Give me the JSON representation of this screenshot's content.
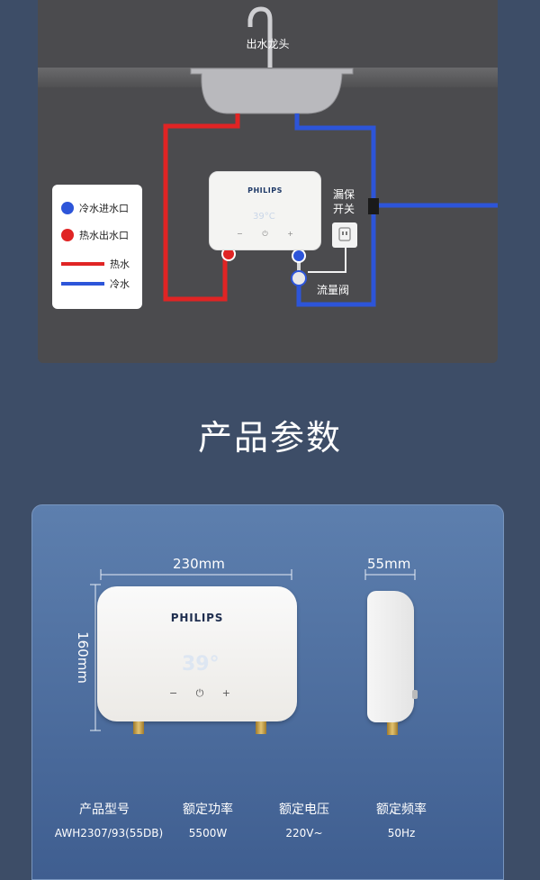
{
  "install": {
    "faucet_label": "出水龙头",
    "heater_brand": "PHILIPS",
    "heater_display": "39°C",
    "control_minus": "−",
    "control_power": "⏻",
    "control_plus": "+",
    "leakage_switch_line1": "漏保",
    "leakage_switch_line2": "开关",
    "flow_valve_label": "流量阀",
    "legend": {
      "cold_inlet": "冷水进水口",
      "hot_outlet": "热水出水口",
      "hot_water": "热水",
      "cold_water": "冷水"
    },
    "colors": {
      "hot": "#e02424",
      "cold": "#2d55d9"
    }
  },
  "section_title": "产品参数",
  "dimensions": {
    "width": "230mm",
    "height": "160mm",
    "depth": "55mm"
  },
  "product_front": {
    "brand": "PHILIPS",
    "display": "39°",
    "control_minus": "−",
    "control_power": "⏻",
    "control_plus": "+"
  },
  "specs": [
    {
      "label": "产品型号",
      "value": "AWH2307/93(55DB)"
    },
    {
      "label": "额定功率",
      "value": "5500W"
    },
    {
      "label": "额定电压",
      "value": "220V~"
    },
    {
      "label": "额定频率",
      "value": "50Hz"
    }
  ]
}
